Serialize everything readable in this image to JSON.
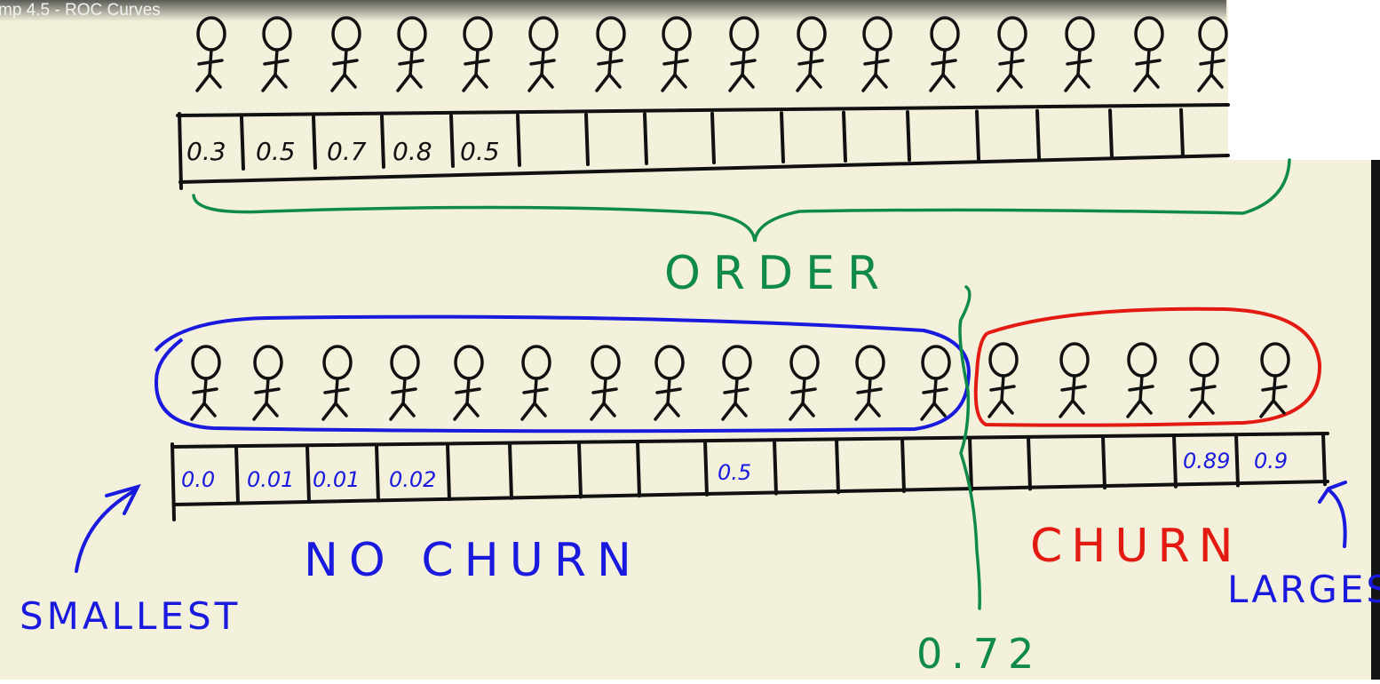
{
  "video": {
    "title": "mp 4.5 - ROC Curves"
  },
  "colors": {
    "board": "#f3f0dc",
    "ink": "#111111",
    "green": "#0f8a4a",
    "blue": "#1a1adf",
    "red": "#e31a12"
  },
  "top_row": {
    "person_count": 16,
    "scores": [
      "0.3",
      "0.5",
      "0.7",
      "0.8",
      "0.5"
    ]
  },
  "order_label": "ORDER",
  "bottom_row": {
    "no_churn_count": 12,
    "churn_count": 5,
    "scores_left": [
      "0.0",
      "0.01",
      "0.01",
      "0.02"
    ],
    "score_mid": "0.5",
    "scores_right": [
      "0.89",
      "0.9"
    ]
  },
  "labels": {
    "no_churn": "NO CHURN",
    "churn": "CHURN",
    "smallest": "SMALLEST",
    "largest": "LARGEST",
    "threshold": "0.72"
  }
}
